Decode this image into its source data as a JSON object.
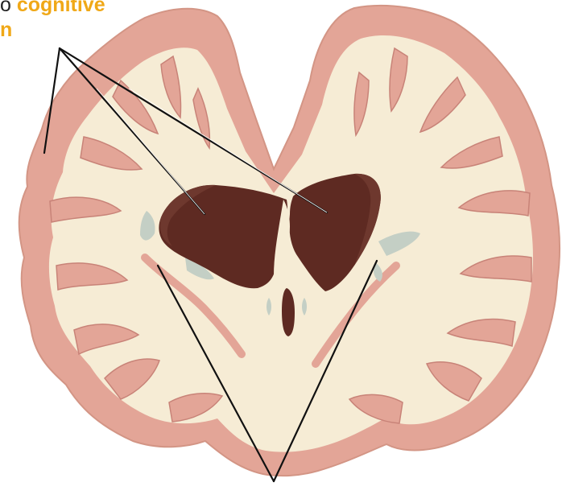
{
  "caption": {
    "line1_prefix": "o ",
    "line1_accent": "cognitive",
    "line2_accent": "n"
  },
  "colors": {
    "cortex": "#e3a597",
    "cortex_dark": "#c88378",
    "white_matter": "#f6ecd5",
    "lesion": "#5e2a22",
    "lesion_shade": "#6e382e",
    "ventricle_gray": "#c4cfc5",
    "accent": "#f0a817",
    "line": "#111111"
  }
}
